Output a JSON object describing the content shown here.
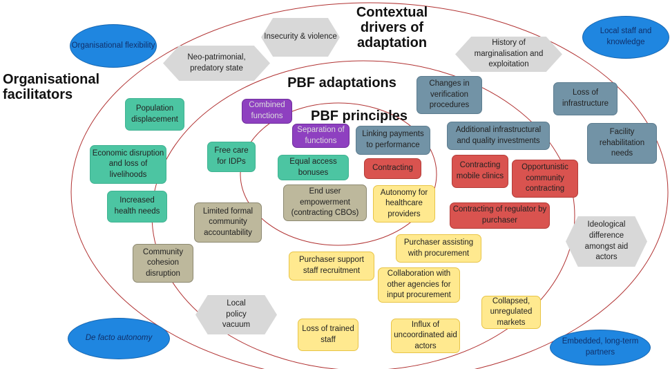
{
  "headings": {
    "outer": "Organisational facilitators",
    "contextual": "Contextual drivers of adaptation",
    "adaptations": "PBF adaptations",
    "principles": "PBF principles"
  },
  "colors": {
    "ring": "#b03030",
    "facilitator": "#1f86e0",
    "driver_hex": "#d8d8d8",
    "teal": "#4cc5a2",
    "slate": "#7293a6",
    "purple": "#8e40c0",
    "red": "#d9534f",
    "yellow": "#ffe98f",
    "olive": "#bdb89c"
  },
  "facilitators": [
    "Organisational flexibility",
    "Local staff and knowledge",
    "De facto autonomy",
    "Embedded, long-term partners"
  ],
  "hex_drivers": [
    "Insecurity & violence",
    "Neo-patrimonial, predatory state",
    "History of marginalisation and exploitation",
    "Ideological difference amongst aid actors",
    "Local policy vacuum"
  ],
  "teal": [
    "Population displacement",
    "Economic disruption and loss of livelihoods",
    "Increased health needs",
    "Free care for IDPs",
    "Equal access bonuses"
  ],
  "slate": [
    "Changes in verification procedures",
    "Loss of infrastructure",
    "Facility rehabilitation needs",
    "Additional infrastructural and quality investments",
    "Linking payments to performance"
  ],
  "purple": [
    "Combined functions",
    "Separation of functions"
  ],
  "red": [
    "Contracting",
    "Contracting mobile clinics",
    "Opportunistic community contracting",
    "Contracting of regulator by purchaser"
  ],
  "olive": [
    "Limited formal community accountability",
    "Community cohesion disruption",
    "End user empowerment (contracting CBOs)"
  ],
  "yellow": [
    "Autonomy for healthcare providers",
    "Purchaser assisting with procurement",
    "Purchaser support staff recruitment",
    "Collaboration with other agencies for input procurement",
    "Collapsed, unregulated markets",
    "Loss of trained staff",
    "Influx of uncoordinated aid actors"
  ]
}
